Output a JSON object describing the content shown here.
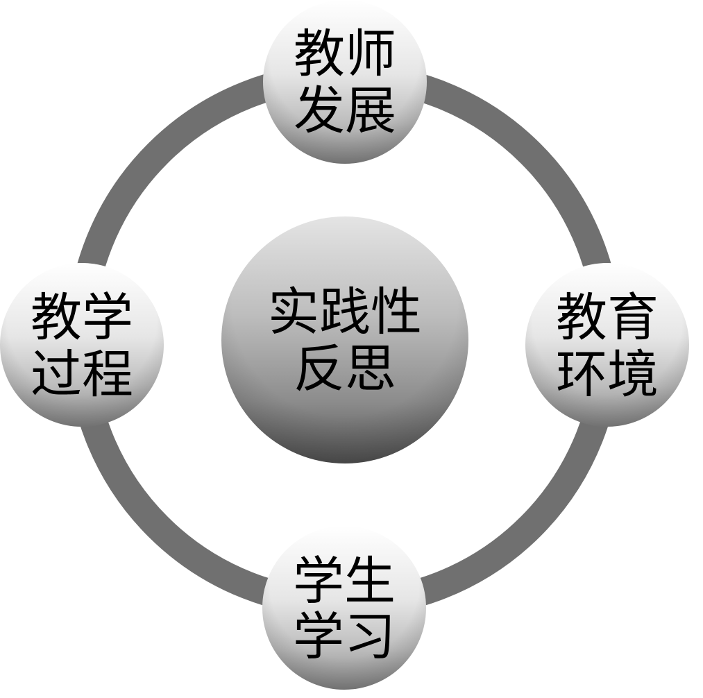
{
  "center": {
    "line1": "实践性",
    "line2": "反思"
  },
  "nodes": {
    "top": {
      "line1": "教师",
      "line2": "发展"
    },
    "right": {
      "line1": "教育",
      "line2": "环境"
    },
    "bottom": {
      "line1": "学生",
      "line2": "学习"
    },
    "left": {
      "line1": "教学",
      "line2": "过程"
    }
  },
  "colors": {
    "ring": "#707070",
    "sphere_light": "#ffffff",
    "sphere_mid": "#c8c8c8",
    "sphere_dark": "#555555",
    "text": "#000000"
  }
}
